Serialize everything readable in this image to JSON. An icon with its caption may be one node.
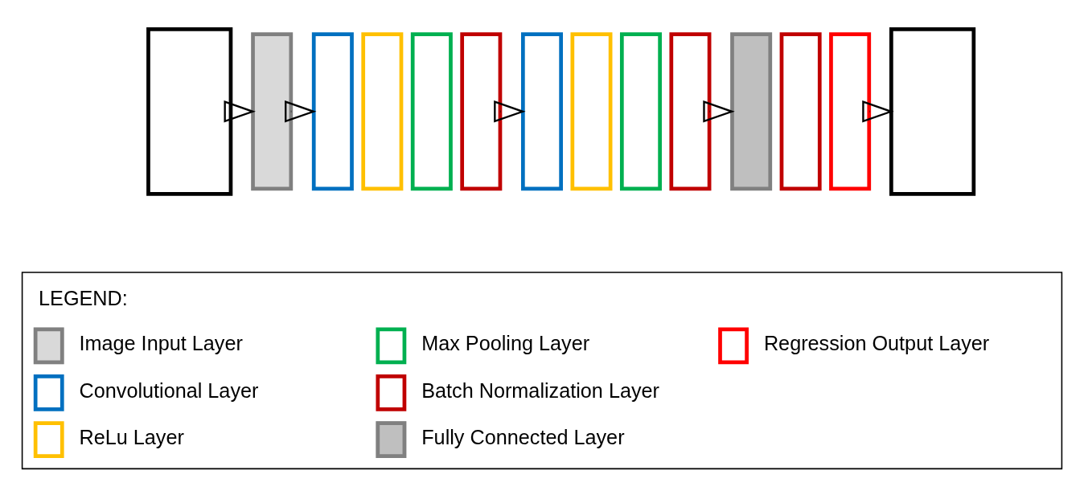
{
  "diagram": {
    "nodes": [
      {
        "text": [],
        "shape": "box"
      },
      {
        "text": [],
        "shape": "bar"
      },
      {
        "text": [],
        "shape": "bar"
      },
      {
        "text": [],
        "shape": "bar"
      },
      {
        "text": [],
        "shape": "bar"
      },
      {
        "text": [],
        "shape": "bar"
      },
      {
        "text": [],
        "shape": "bar"
      },
      {
        "text": [],
        "shape": "bar"
      },
      {
        "text": [],
        "shape": "bar"
      },
      {
        "text": [],
        "shape": "bar"
      },
      {
        "text": [],
        "shape": "bar"
      },
      {
        "text": [],
        "shape": "bar"
      },
      {
        "text": [],
        "shape": "bar"
      },
      {
        "text": [],
        "shape": "box"
      }
    ],
    "edges": [
      {
        "from": 0,
        "to": 1,
        "arrow": "to"
      },
      {
        "from": 1,
        "to": 2,
        "arrow": "to"
      },
      {
        "from": 5,
        "to": 6,
        "arrow": "to"
      },
      {
        "from": 9,
        "to": 10,
        "arrow": "to"
      },
      {
        "from": 12,
        "to": 13,
        "arrow": "to"
      }
    ],
    "labels": [
      "LEGEND:"
    ],
    "legend": [
      {
        "text": "Image Input Layer"
      },
      {
        "text": "Convolutional Layer",
        "color": "#0070c0"
      },
      {
        "text": "ReLu Layer",
        "color": "#ffc000"
      },
      {
        "text": "Max Pooling Layer",
        "color": "#00b050"
      },
      {
        "text": "Batch Normalization Layer",
        "color": "#c00000"
      },
      {
        "text": "Fully Connected Layer"
      },
      {
        "text": "Regression Output Layer",
        "color": "#ff0000"
      }
    ]
  }
}
